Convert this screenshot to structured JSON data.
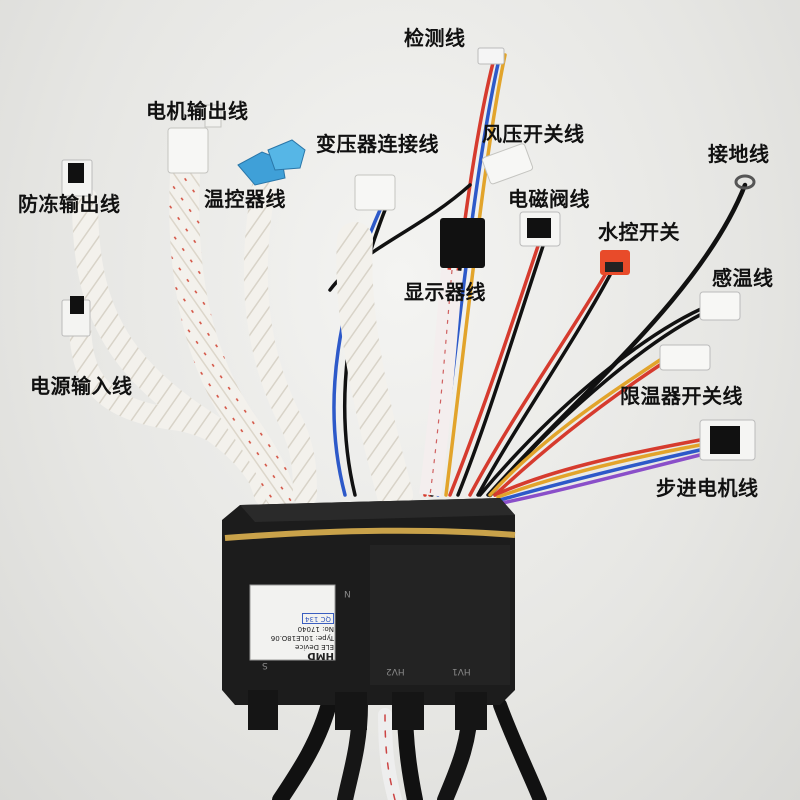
{
  "labels": {
    "jiance": "检测线",
    "dianji_shuchu": "电机输出线",
    "bianyaqi": "变压器连接线",
    "fengya": "风压开关线",
    "jiedi": "接地线",
    "fangdong": "防冻输出线",
    "wenkong": "温控器线",
    "diancifa": "电磁阀线",
    "shuikong": "水控开关",
    "xianshi": "显示器线",
    "ganwen": "感温线",
    "dianyuan": "电源输入线",
    "xianwen": "限温器开关线",
    "bujin": "步进电机线"
  },
  "module_sticker": {
    "brand": "HMD",
    "subtitle": "ELE Device",
    "type_line": "Type: 10LE18O.06",
    "no_line": "No: 17040",
    "qc_stamp": "QC 134"
  },
  "module_markings": {
    "hv1": "HV1",
    "hv2": "HV2",
    "s": "S",
    "n": "N"
  },
  "colors": {
    "module_body": "#1c1c1c",
    "rubber_band": "#c9a24a",
    "background": "#e9e9e7"
  }
}
